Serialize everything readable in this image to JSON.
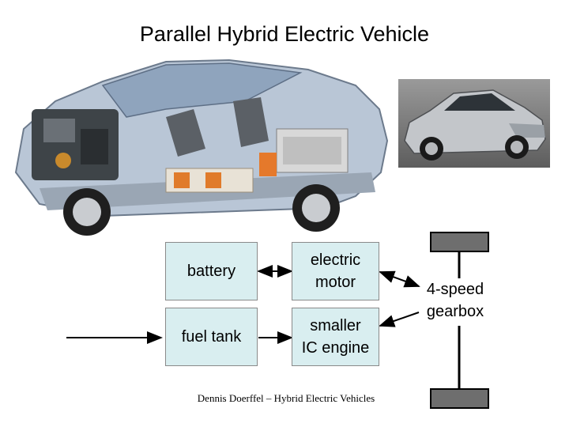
{
  "title": "Parallel Hybrid Electric Vehicle",
  "components": {
    "battery": "battery",
    "fuel_tank": "fuel tank",
    "electric_motor": [
      "electric",
      "motor"
    ],
    "ic_engine": [
      "smaller",
      "IC engine"
    ],
    "gearbox": [
      "4-speed",
      "gearbox"
    ]
  },
  "footer": "Dennis Doerffel – Hybrid Electric Vehicles",
  "colors": {
    "box_fill": "#d9eef0",
    "wheel_block": "#6e6e6e",
    "line": "#000000"
  }
}
